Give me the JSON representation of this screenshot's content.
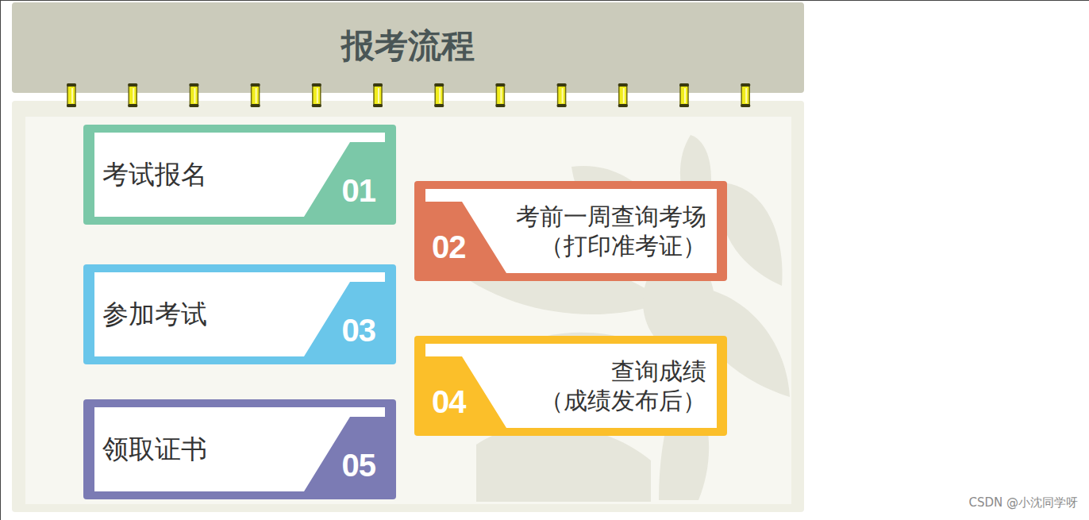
{
  "diagram": {
    "title": "报考流程",
    "nodes": [
      {
        "text": [
          "考试报名",
          "01"
        ]
      },
      {
        "text": [
          "考前一周查询考场 （打印准考证）",
          "02"
        ]
      },
      {
        "text": [
          "参加考试",
          "03"
        ]
      },
      {
        "text": [
          "查询成绩 （成绩发布后）",
          "04"
        ]
      },
      {
        "text": [
          "领取证书",
          "05"
        ]
      }
    ],
    "labels": [
      "CSDN @小沈同学呀"
    ]
  }
}
